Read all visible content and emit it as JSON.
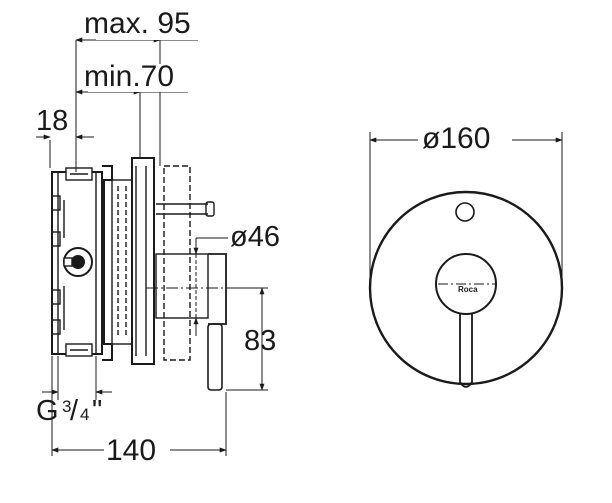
{
  "dimensions": {
    "max": "max. 95",
    "min": "min.70",
    "wall_thickness": "18",
    "diameter_plate": "ø160",
    "diameter_body": "ø46",
    "height_offset": "83",
    "thread": "G",
    "thread_fraction_num": "3",
    "thread_fraction_den": "4",
    "thread_inch": "\"",
    "total_width": "140"
  },
  "brand": {
    "logo_text": "Roca"
  },
  "colors": {
    "line": "#1a1a1a",
    "background": "#ffffff"
  }
}
